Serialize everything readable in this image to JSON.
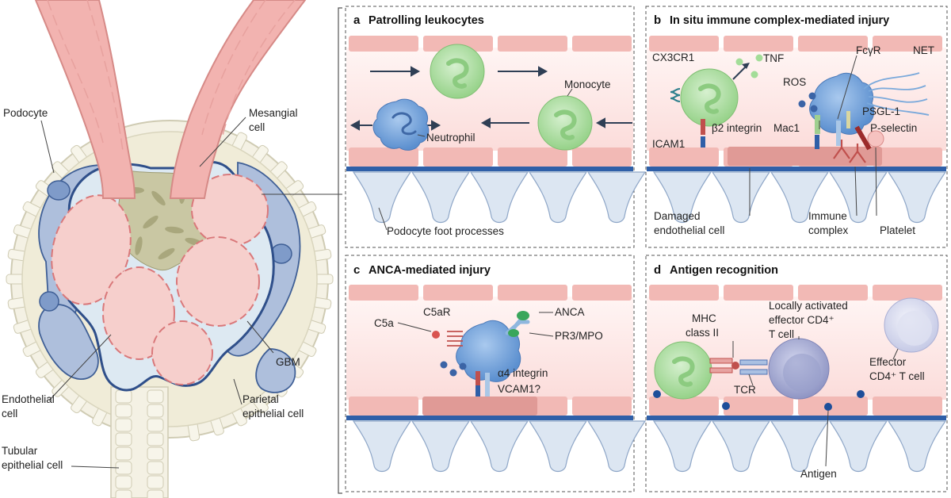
{
  "left_figure": {
    "labels": {
      "podocyte": "Podocyte",
      "mesangial_1": "Mesangial",
      "mesangial_2": "cell",
      "gbm": "GBM",
      "endothelial_1": "Endothelial",
      "endothelial_2": "cell",
      "parietal_1": "Parietal",
      "parietal_2": "epithelial cell",
      "tubular_1": "Tubular",
      "tubular_2": "epithelial cell"
    }
  },
  "panels": {
    "a": {
      "tag": "a",
      "title": "Patrolling leukocytes",
      "labels": {
        "monocyte": "Monocyte",
        "neutrophil": "Neutrophil",
        "foot": "Podocyte foot processes"
      }
    },
    "b": {
      "tag": "b",
      "title": "In situ immune complex-mediated injury",
      "labels": {
        "cx3cr1": "CX3CR1",
        "tnf": "TNF",
        "fcgr": "FcγR",
        "net": "NET",
        "ros": "ROS",
        "psgl": "PSGL-1",
        "b2": "β2 integrin",
        "mac1": "Mac1",
        "pselectin": "P-selectin",
        "icam": "ICAM1",
        "damaged_1": "Damaged",
        "damaged_2": "endothelial cell",
        "immune_1": "Immune",
        "immune_2": "complex",
        "platelet": "Platelet"
      }
    },
    "c": {
      "tag": "c",
      "title": "ANCA-mediated injury",
      "labels": {
        "c5ar": "C5aR",
        "anca": "ANCA",
        "c5a": "C5a",
        "pr3": "PR3/MPO",
        "a4": "α4 integrin",
        "vcam": "VCAM1?"
      }
    },
    "d": {
      "tag": "d",
      "title": "Antigen recognition",
      "labels": {
        "mhc_1": "MHC",
        "mhc_2": "class II",
        "local_1": "Locally activated",
        "local_2": "effector CD4⁺",
        "local_3": "T cell",
        "effector_1": "Effector",
        "effector_2": "CD4⁺ T cell",
        "tcr": "TCR",
        "antigen": "Antigen"
      }
    }
  },
  "colors": {
    "endothelium": "#f2b9b5",
    "lumen": "#fbe4e2",
    "gbm": "#2f5fa8",
    "foot": "#dce6f2",
    "monocyte": "#a9dc9e",
    "neutrophil": "#6e9fd6",
    "tcell": "#a7acd2",
    "damaged": "#e09a96",
    "mesangial": "#c9c7a3"
  }
}
